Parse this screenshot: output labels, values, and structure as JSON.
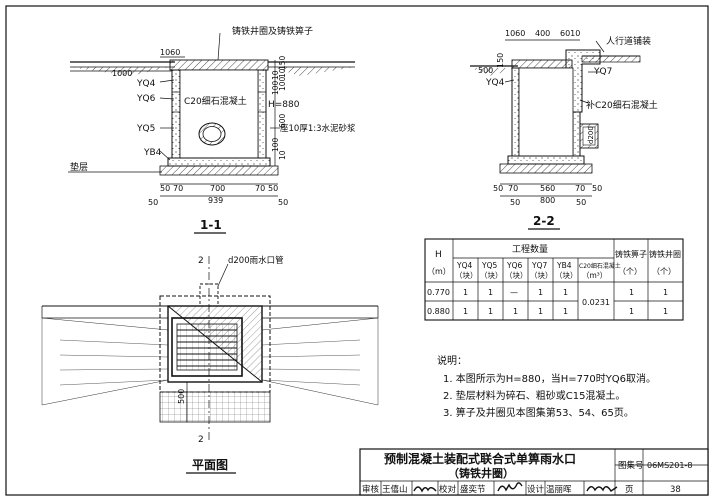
{
  "section_1_1": {
    "title": "1-1",
    "labels": {
      "grate": "铸铁井圈及铸铁箅子",
      "yq4": "YQ4",
      "yq6": "YQ6",
      "yq5": "YQ5",
      "yb4": "YB4",
      "concrete": "C20细石混凝土",
      "height": "H=880",
      "mortar": "座10厚1:3水泥砂浆",
      "bedding": "垫层"
    },
    "dims": {
      "top_1060": "1060",
      "side_1000": "1000",
      "v_150": "150",
      "v_10a": "10",
      "v_100a": "100",
      "v_10b": "10",
      "v_100b": "100",
      "v_600": "600",
      "v_100c": "100",
      "v_10c": "10",
      "b_50a": "50",
      "b_70a": "70",
      "b_700": "700",
      "b_70b": "70",
      "b_50b": "50",
      "b_50c": "50",
      "b_939": "939",
      "b_50d": "50"
    }
  },
  "section_2_2": {
    "title": "2-2",
    "labels": {
      "paving": "人行道铺装",
      "yq7": "YQ7",
      "yq4": "YQ4",
      "concrete": "补C20细石混凝土",
      "pipe": "d200"
    },
    "dims": {
      "t_1060": "1060",
      "t_400": "400",
      "t_6010": "6010",
      "l_500": "500",
      "l_150": "150",
      "b_50a": "50",
      "b_70a": "70",
      "b_560": "560",
      "b_70b": "70",
      "b_50b": "50",
      "b_50c": "50",
      "b_800": "800",
      "b_50d": "50"
    }
  },
  "plan": {
    "title": "平面图",
    "pipe_label": "d200雨水口管",
    "cut_mark": "2",
    "dim_500": "500"
  },
  "quantity_table": {
    "col_h": "H",
    "col_h_unit": "（m）",
    "group_header": "工程数量",
    "sub_headers": [
      {
        "name": "YQ4",
        "unit": "（块）"
      },
      {
        "name": "YQ5",
        "unit": "（块）"
      },
      {
        "name": "YQ6",
        "unit": "（块）"
      },
      {
        "name": "YQ7",
        "unit": "（块）"
      },
      {
        "name": "YB4",
        "unit": "（块）"
      },
      {
        "name": "C20细石混凝土",
        "unit": "（m³）"
      }
    ],
    "col_grate": "铸铁箅子",
    "col_grate_unit": "（个）",
    "col_ring": "铸铁井圈",
    "col_ring_unit": "（个）",
    "rows": [
      {
        "h": "0.770",
        "vals": [
          "1",
          "1",
          "—",
          "1",
          "1"
        ],
        "grate": "1",
        "ring": "1"
      },
      {
        "h": "0.880",
        "vals": [
          "1",
          "1",
          "1",
          "1",
          "1"
        ],
        "grate": "1",
        "ring": "1"
      }
    ],
    "concrete_value": "0.0231"
  },
  "notes": {
    "title": "说明：",
    "items": [
      "1. 本图所示为H=880，当H=770时YQ6取消。",
      "2. 垫层材料为碎石、粗砂或C15混凝土。",
      "3. 箅子及井圈见本图集第53、54、65页。"
    ]
  },
  "title_block": {
    "title_line1": "预制混凝土装配式联合式单箅雨水口",
    "title_line2": "（铸铁井圈）",
    "atlas_label": "图集号",
    "atlas_no": "06MS201-8",
    "review_label": "审核",
    "review_name": "王僖山",
    "check_label": "校对",
    "check_name": "盛奕节",
    "design_label": "设计",
    "design_name": "温丽晖",
    "page_label": "页",
    "page_no": "38"
  }
}
